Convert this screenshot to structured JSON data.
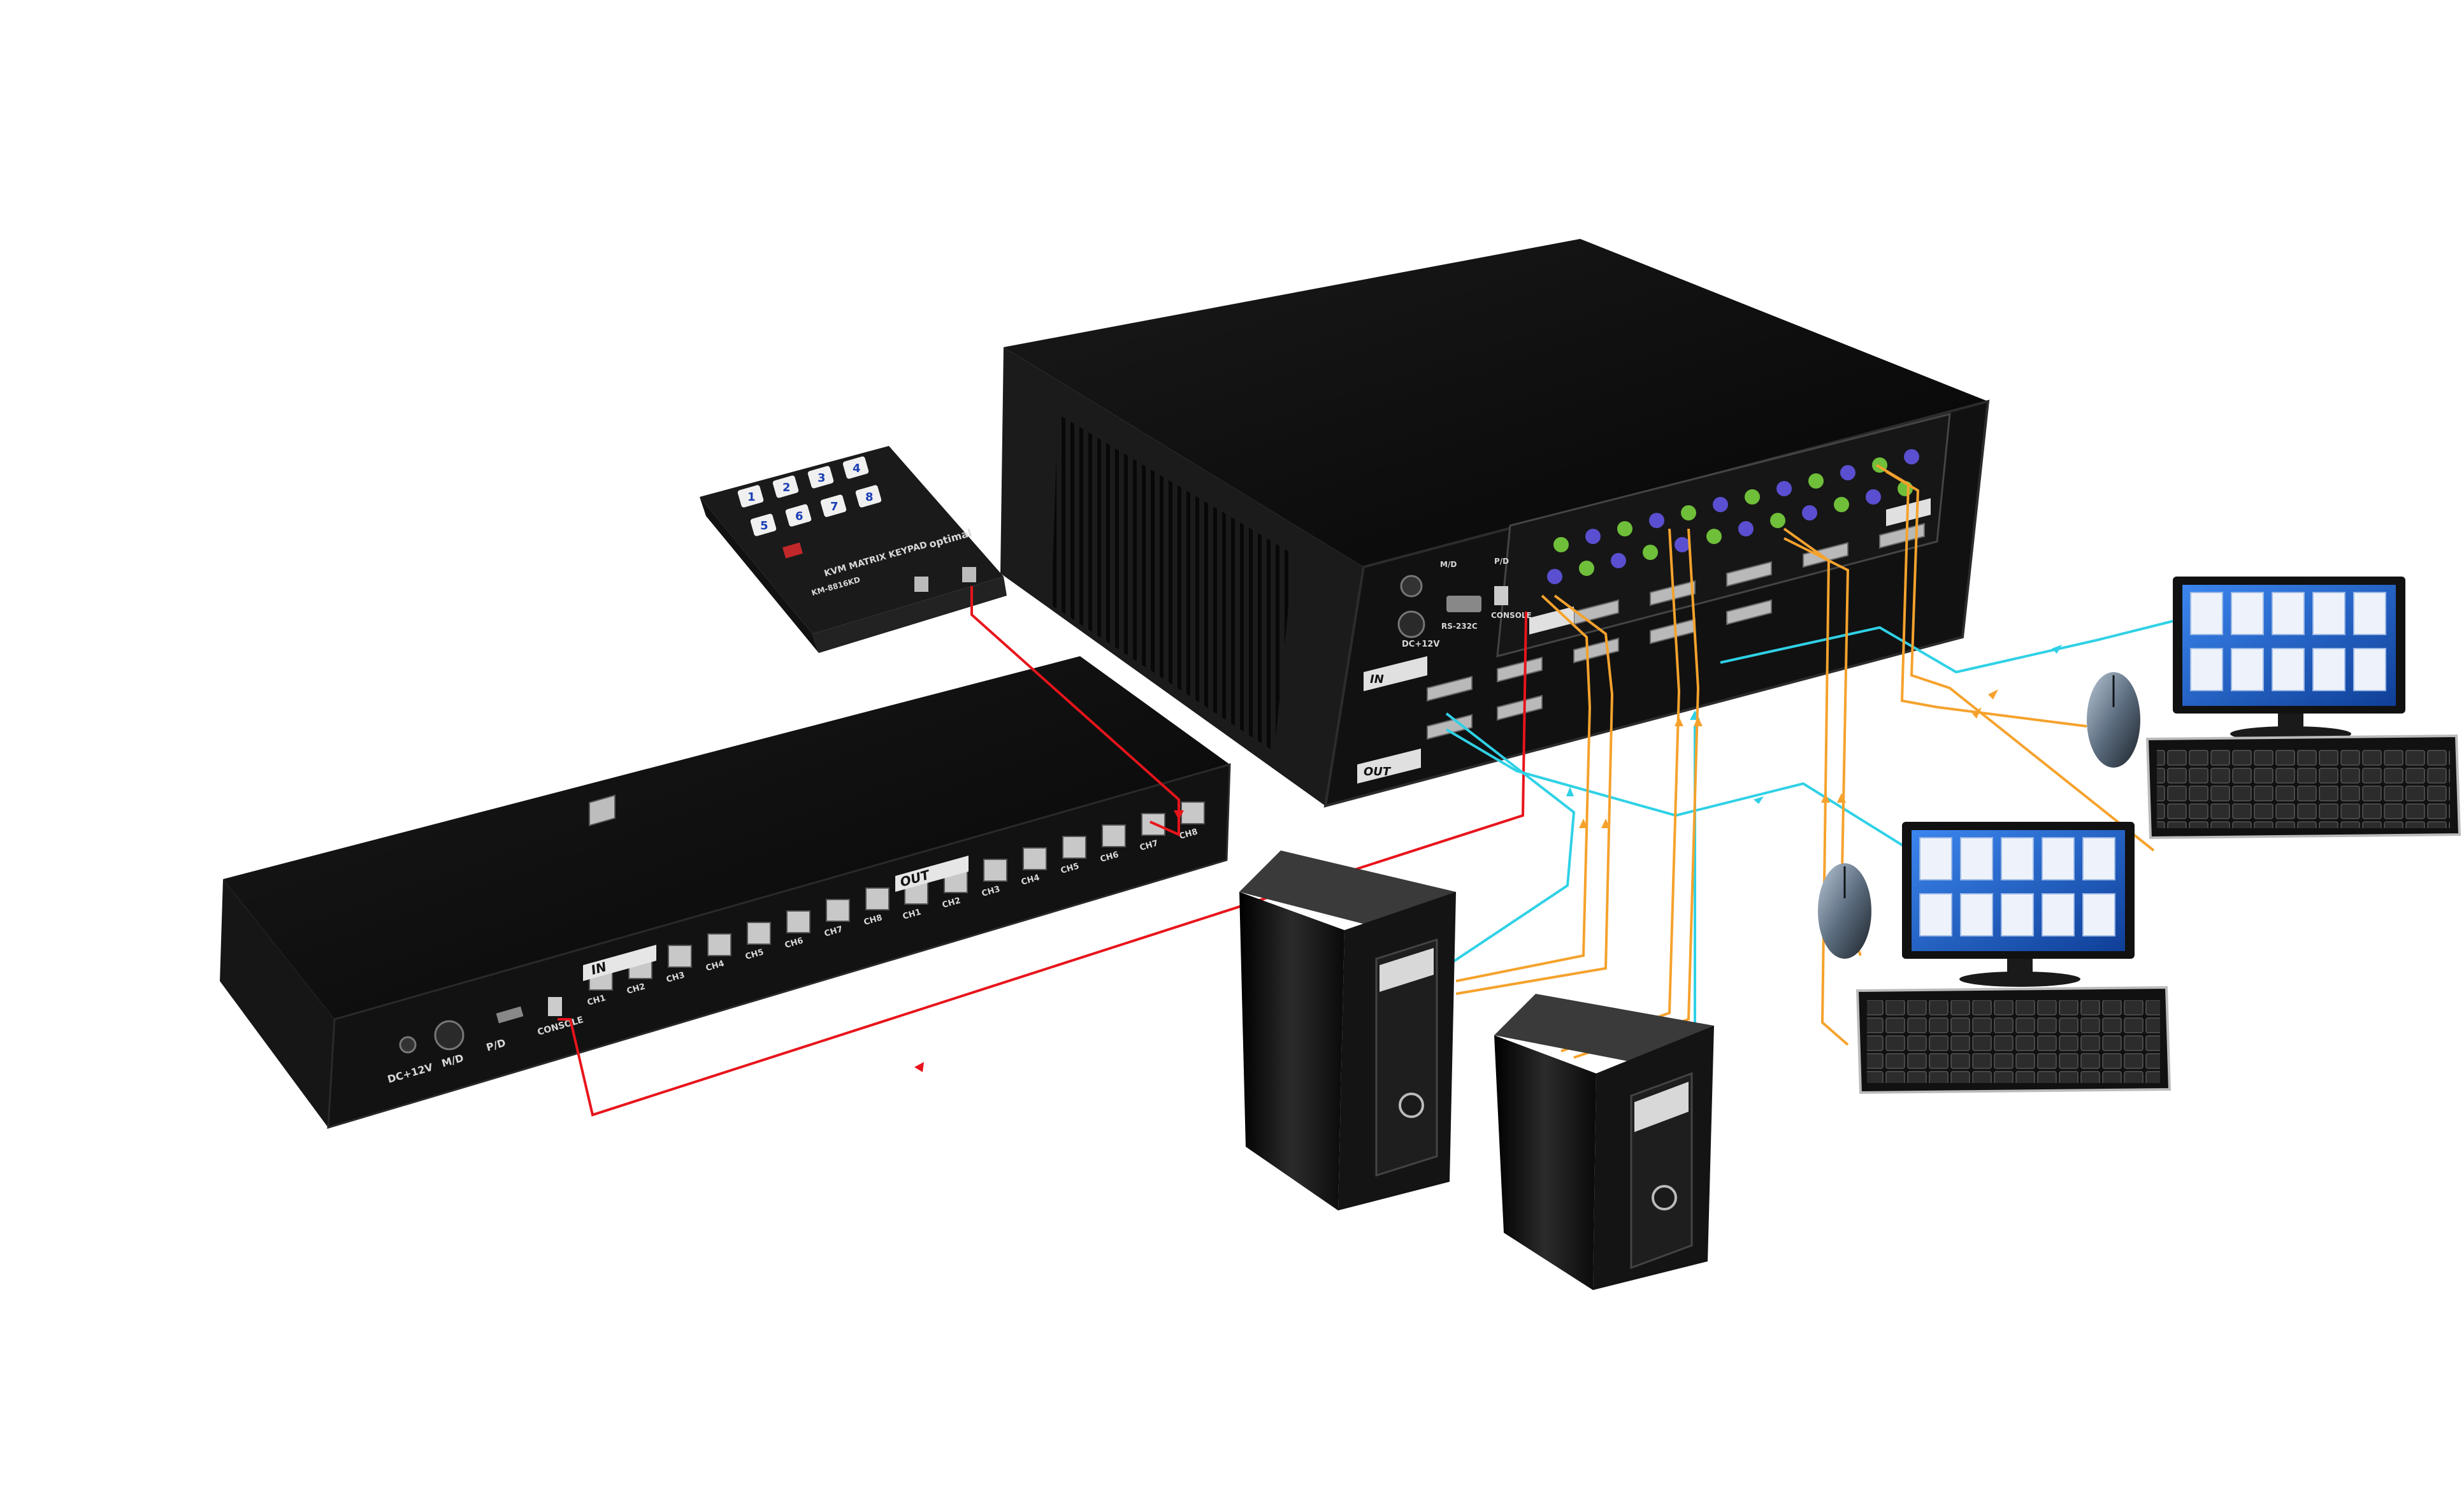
{
  "colors": {
    "console_cable": "#e8141b",
    "video_cable": "#2fd1e6",
    "usb_cable": "#f5a22d",
    "device_body": "#1b1b1b",
    "device_edge": "#3a3a3a",
    "screen_blue": "#1f63c9"
  },
  "keypad": {
    "brand": "optimal",
    "title": "KVM MATRIX KEYPAD",
    "model": "KM-8816KD",
    "keys": [
      "1",
      "2",
      "3",
      "4",
      "5",
      "6",
      "7",
      "8"
    ]
  },
  "extender": {
    "dc_label": "DC+12V",
    "md_label": "M/D",
    "pd_label": "P/D",
    "console_label": "CONSOLE",
    "in_label": "IN",
    "out_label": "OUT",
    "in_channels": [
      "CH1",
      "CH2",
      "CH3",
      "CH4",
      "CH5",
      "CH6",
      "CH7",
      "CH8"
    ],
    "out_channels": [
      "CH1",
      "CH2",
      "CH3",
      "CH4",
      "CH5",
      "CH6",
      "CH7",
      "CH8"
    ]
  },
  "matrix": {
    "dc_label": "DC+12V",
    "rs232_label": "RS-232C",
    "md_label": "M/D",
    "pd_label": "P/D",
    "console_label": "CONSOLE",
    "in_label": "IN",
    "out_label": "OUT"
  },
  "icons": {
    "mouse": "mouse-icon",
    "keyboard": "keyboard-icon",
    "monitor": "monitor-icon",
    "pc": "pc-tower-icon"
  }
}
